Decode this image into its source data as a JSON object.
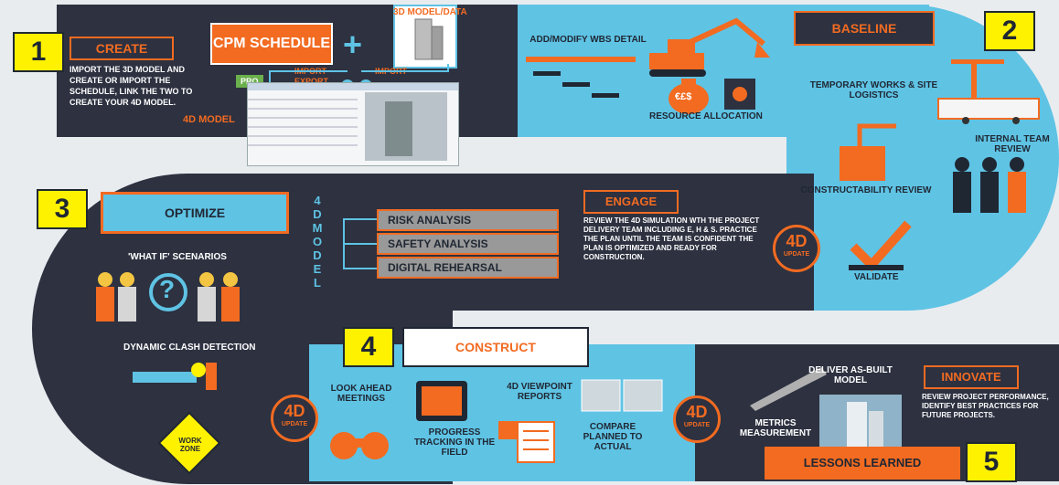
{
  "step_numbers": [
    "1",
    "2",
    "3",
    "4",
    "5"
  ],
  "create": {
    "title": "CREATE",
    "description": "IMPORT THE 3D MODEL AND CREATE OR IMPORT THE SCHEDULE, LINK THE TWO TO CREATE YOUR 4D MODEL.",
    "cpm_label": "CPM SCHEDULE",
    "plus": "+",
    "model_label": "3D MODEL/DATA",
    "import_label_1": "IMPORT",
    "export_label": "EXPORT",
    "import_label_2": "IMPORT",
    "pro_label": "PRO",
    "model_4d_label": "4D MODEL"
  },
  "baseline": {
    "title": "BASELINE",
    "wbs": "ADD/MODIFY WBS DETAIL",
    "resource": "RESOURCE ALLOCATION",
    "temporary": "TEMPORARY WORKS & SITE LOGISTICS",
    "internal": "INTERNAL TEAM REVIEW",
    "constructability": "CONSTRUCTABILITY REVIEW",
    "validate": "VALIDATE",
    "money": "€£$"
  },
  "optimize": {
    "title": "OPTIMIZE",
    "whatif": "'WHAT IF' SCENARIOS",
    "clash": "DYNAMIC CLASH DETECTION",
    "vertical": [
      "4",
      "D",
      "M",
      "O",
      "D",
      "E",
      "L"
    ],
    "bars": [
      "RISK ANALYSIS",
      "SAFETY ANALYSIS",
      "DIGITAL REHEARSAL"
    ],
    "question": "?",
    "work_zone": "WORK ZONE"
  },
  "engage": {
    "title": "ENGAGE",
    "description": "REVIEW THE 4D SIMULATION WTH THE PROJECT DELIVERY TEAM INCLUDING E, H & S. PRACTICE THE PLAN UNTIL THE TEAM IS CONFIDENT THE PLAN IS OPTIMIZED AND READY FOR CONSTRUCTION."
  },
  "update_badge": {
    "big": "4D",
    "small": "UPDATE"
  },
  "construct": {
    "title": "CONSTRUCT",
    "lookahead": "LOOK AHEAD MEETINGS",
    "progress": "PROGRESS TRACKING IN THE FIELD",
    "viewpoint": "4D VIEWPOINT REPORTS",
    "compare": "COMPARE PLANNED TO ACTUAL"
  },
  "innovate": {
    "title": "INNOVATE",
    "deliver": "DELIVER AS-BUILT MODEL",
    "metrics": "METRICS MEASUREMENT",
    "review": "REVIEW PROJECT PERFORMANCE, IDENTIFY BEST PRACTICES FOR FUTURE PROJECTS.",
    "lessons": "LESSONS LEARNED"
  },
  "colors": {
    "dark": "#2d3140",
    "cyan": "#5fc3e4",
    "orange": "#f26b21",
    "yellow": "#fff200"
  },
  "icons": [
    "excavator-icon",
    "crane-icon",
    "trailer-icon",
    "money-bag-icon",
    "safe-icon",
    "workers-icon",
    "checkmark-icon",
    "question-icon",
    "flashlight-icon",
    "binoculars-icon",
    "tablet-icon",
    "camera-icon",
    "ruler-icon",
    "building-icon",
    "work-zone-sign-icon"
  ]
}
